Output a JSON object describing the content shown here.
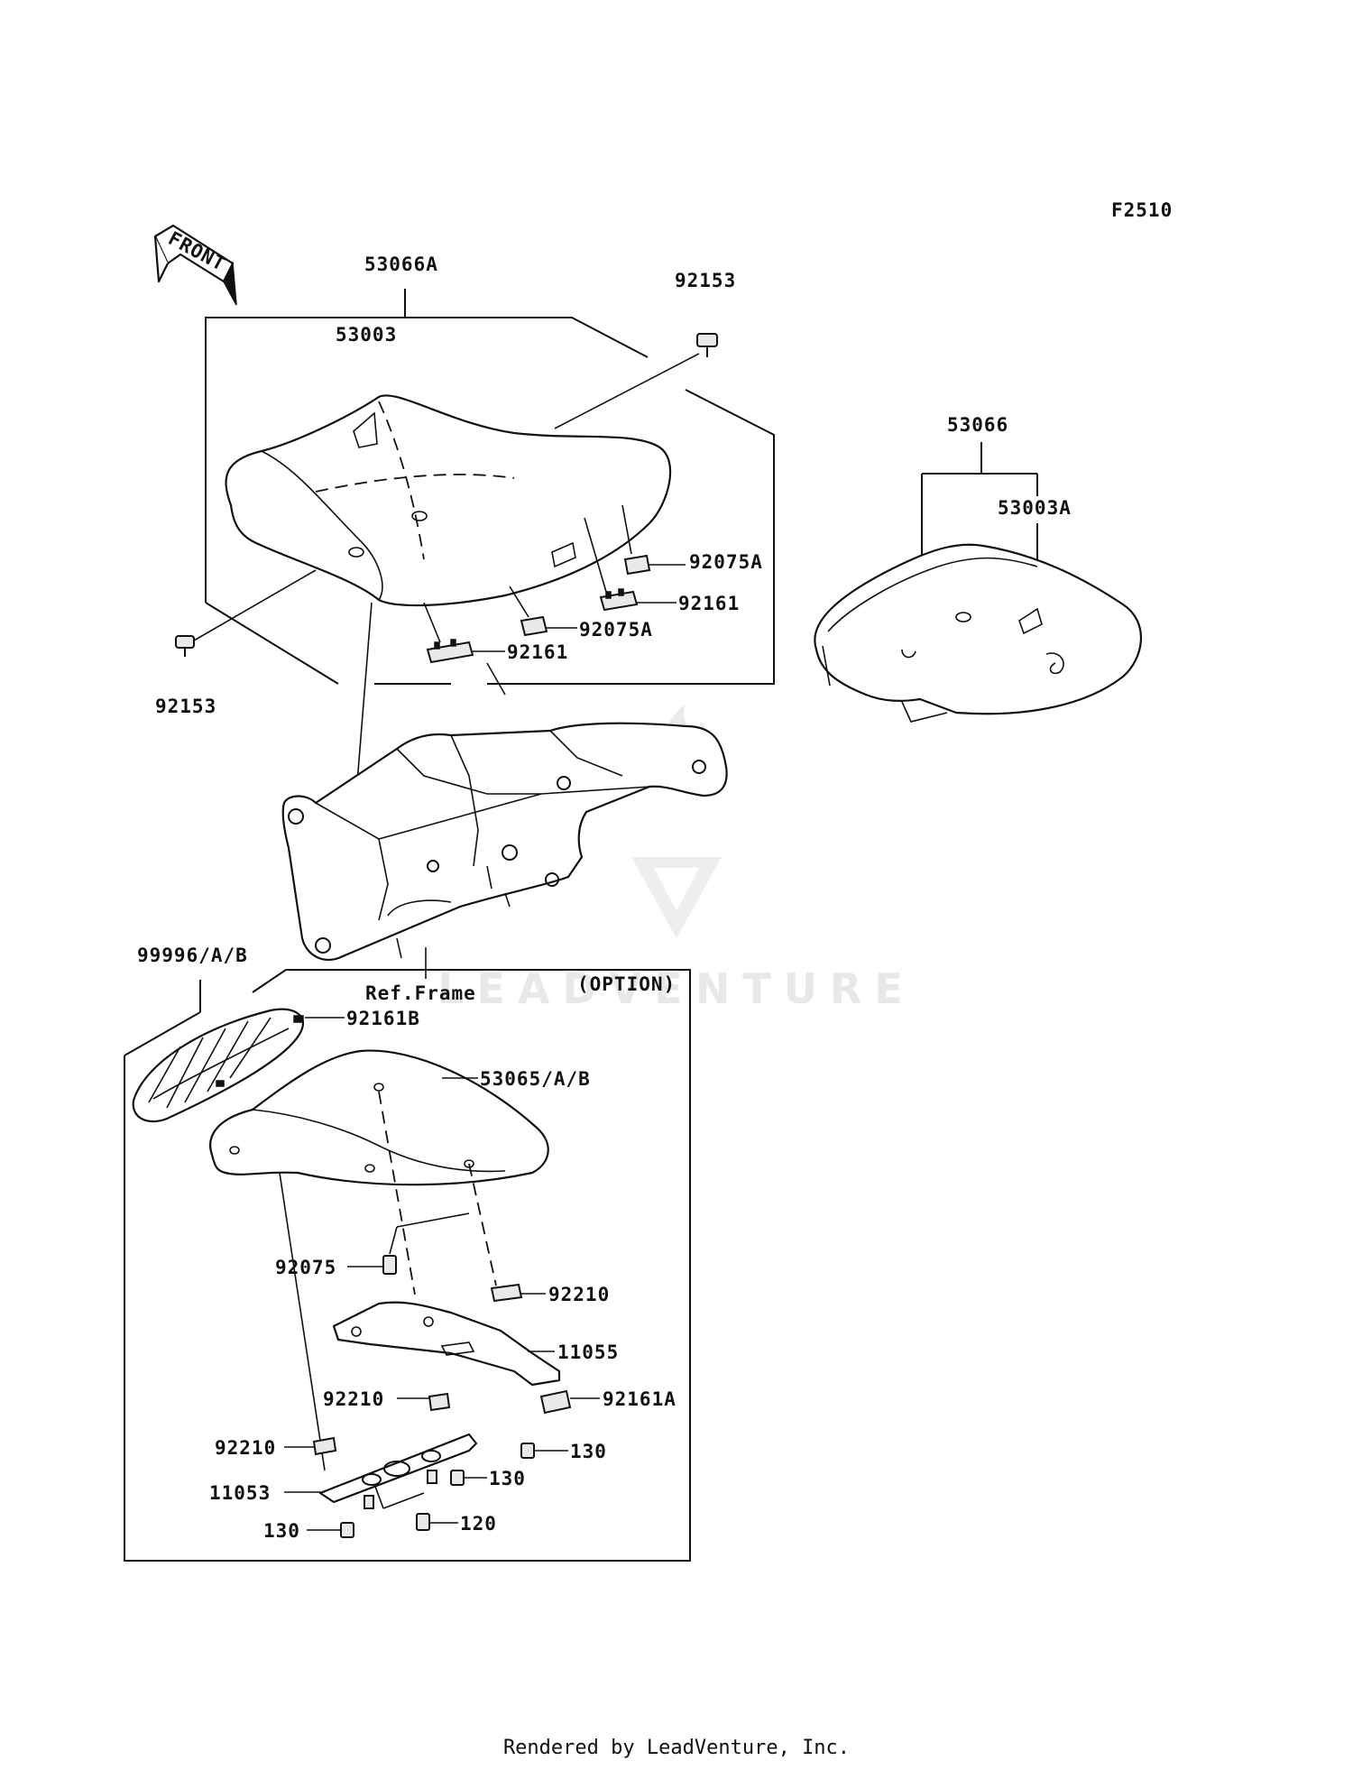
{
  "diagram_code": "F2510",
  "front_label": "FRONT",
  "option_label": "(OPTION)",
  "frame_label": "Ref.Frame",
  "footer": "Rendered by LeadVenture, Inc.",
  "watermark": "LEADVENTURE",
  "colors": {
    "ink": "#111111",
    "paper": "#ffffff",
    "watermark": "#e6e6e6"
  },
  "parts": {
    "p53066A": "53066A",
    "p53003": "53003",
    "p92153_top": "92153",
    "p92153_left": "92153",
    "p92075A_1": "92075A",
    "p92161_1": "92161",
    "p92075A_2": "92075A",
    "p92161_2": "92161",
    "p53066": "53066",
    "p53003A": "53003A",
    "p99996": "99996/A/B",
    "p92161B": "92161B",
    "p53065": "53065/A/B",
    "p92075": "92075",
    "p92210_1": "92210",
    "p11055": "11055",
    "p92161A": "92161A",
    "p92210_2": "92210",
    "p92210_3": "92210",
    "p130_1": "130",
    "p130_2": "130",
    "p11053": "11053",
    "p120": "120",
    "p130_3": "130"
  }
}
